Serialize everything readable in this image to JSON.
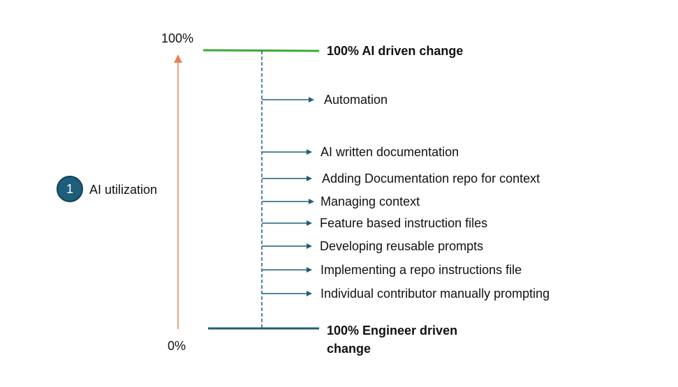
{
  "axis": {
    "top_label": "100%",
    "bottom_label": "0%"
  },
  "badge": {
    "number": "1",
    "label": "AI utilization"
  },
  "top_level": {
    "label": "100% AI driven change",
    "color": "#3aaa35"
  },
  "bottom_level": {
    "label_line1": "100% Engineer driven",
    "label_line2": "change",
    "color": "#1f5e7a"
  },
  "colors": {
    "axis_arrow": "#e8835a",
    "step_arrow": "#1f5e7a",
    "badge_fill": "#1f5e7a"
  },
  "steps": [
    "Automation",
    "AI written documentation",
    "Adding Documentation repo for context",
    "Managing context",
    "Feature based instruction files",
    "Developing reusable prompts",
    "Implementing a repo instructions file",
    "Individual contributor manually prompting"
  ]
}
